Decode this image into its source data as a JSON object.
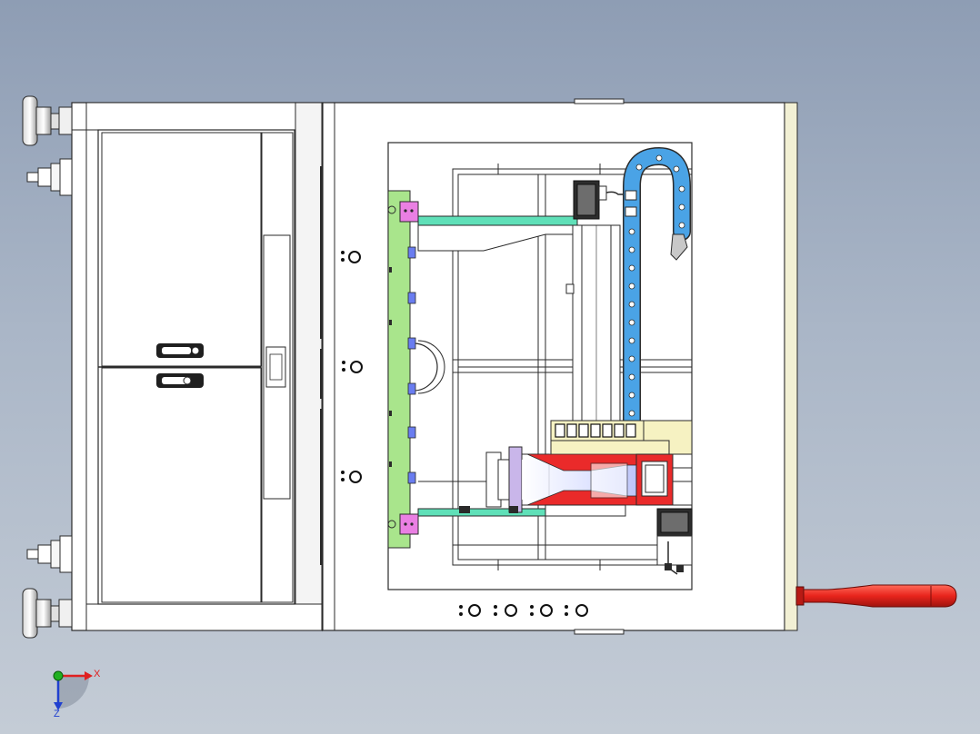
{
  "colors": {
    "background_top": "#8e9db4",
    "background_bottom": "#c4ccd6",
    "body_fill": "#ffffff",
    "body_stroke": "#2a2a2a",
    "edge_strip": "#f2f0d4",
    "dark_rail": "#2c2c2c",
    "green_plate": "#a9e58c",
    "teal_rail": "#5fe0b8",
    "magenta_block": "#ea7fe3",
    "blue_block": "#6a7df0",
    "cable_chain": "#4aa3e6",
    "red_laser": "#ea2a2a",
    "laser_beam": "#c9d3ff",
    "yellow_block": "#f6f2c2",
    "handle_red": "#e8241c",
    "axis_x": "#e02020",
    "axis_y": "#20b020",
    "axis_z": "#2040d0"
  },
  "view": {
    "projection": "top",
    "triad": {
      "x_label": "X",
      "z_label": "Z"
    }
  },
  "parts": [
    "leveling-foot",
    "caster-wheel",
    "cabinet-door",
    "door-latch",
    "door-lock",
    "work-chamber",
    "linear-module",
    "drag-chain",
    "servo-motor",
    "laser-head",
    "handle"
  ]
}
